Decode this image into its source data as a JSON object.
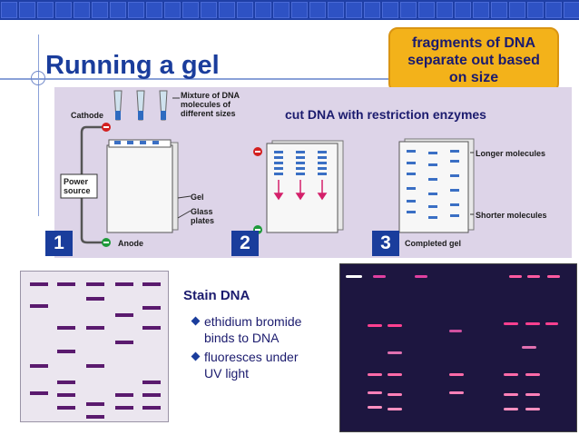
{
  "slide": {
    "title": "Running a gel",
    "callout": [
      "fragments of DNA",
      "separate out based",
      "on size"
    ],
    "subtitle": "cut DNA with restriction enzymes"
  },
  "diagram": {
    "labels": {
      "cathode": "Cathode",
      "anode": "Anode",
      "power_source": [
        "Power",
        "source"
      ],
      "mixture": [
        "Mixture of DNA",
        "molecules of",
        "different sizes"
      ],
      "gel": "Gel",
      "glass_plates": [
        "Glass",
        "plates"
      ],
      "longer": "Longer molecules",
      "shorter": "Shorter molecules",
      "completed": "Completed gel"
    },
    "steps": [
      "1",
      "2",
      "3"
    ]
  },
  "stain": {
    "title": "Stain DNA",
    "bullets": [
      [
        "ethidium bromide",
        "binds to DNA"
      ],
      [
        "fluoresces under",
        "UV light"
      ]
    ]
  },
  "colors": {
    "title": "#1a3d9c",
    "callout_bg": "#f3b21a",
    "panel_bg": "#ddd4e8",
    "band": "#5a1a6e",
    "gel_bg": "#1d1640"
  },
  "icons": {
    "minus_electrode": "red-minus-circle",
    "plus_electrode": "green-plus-circle",
    "pipette": "pipette-icon",
    "arrow": "down-arrow"
  }
}
